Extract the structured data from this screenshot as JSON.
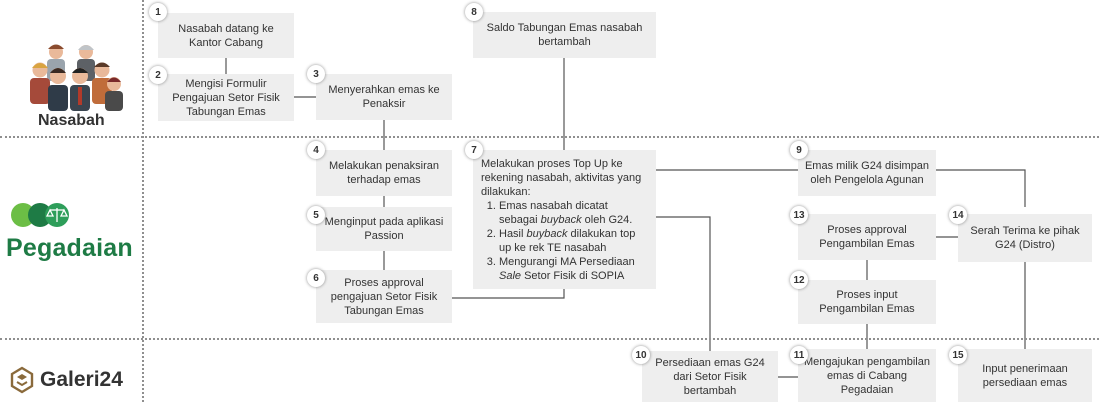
{
  "lanes": {
    "nasabah": "Nasabah",
    "pegadaian": "Pegadaian",
    "galeri24": "Galeri24"
  },
  "steps": {
    "s1": {
      "num": "1",
      "text": "Nasabah datang ke Kantor Cabang"
    },
    "s2": {
      "num": "2",
      "text": "Mengisi Formulir Pengajuan Setor Fisik Tabungan Emas"
    },
    "s3": {
      "num": "3",
      "text": "Menyerahkan emas ke Penaksir"
    },
    "s4": {
      "num": "4",
      "text": "Melakukan penaksiran terhadap emas"
    },
    "s5": {
      "num": "5",
      "text": "Menginput pada aplikasi Passion"
    },
    "s6": {
      "num": "6",
      "text": "Proses approval pengajuan Setor Fisik Tabungan Emas"
    },
    "s7": {
      "num": "7",
      "intro": "Melakukan proses Top Up ke rekening nasabah, aktivitas yang dilakukan:",
      "items": {
        "i1a": "Emas nasabah dicatat sebagai ",
        "i1b": "buyback",
        "i1c": " oleh G24.",
        "i2a": "Hasil ",
        "i2b": "buyback",
        "i2c": " dilakukan top up ke rek TE nasabah",
        "i3a": "Mengurangi MA Persediaan ",
        "i3b": "Sale",
        "i3c": " Setor Fisik di SOPIA"
      }
    },
    "s8": {
      "num": "8",
      "text": "Saldo Tabungan Emas nasabah bertambah"
    },
    "s9": {
      "num": "9",
      "text": "Emas milik G24 disimpan oleh Pengelola Agunan"
    },
    "s10": {
      "num": "10",
      "text": "Persediaan emas G24 dari Setor Fisik bertambah"
    },
    "s11": {
      "num": "11",
      "text": "Mengajukan pengambilan emas di Cabang Pegadaian"
    },
    "s12": {
      "num": "12",
      "text": "Proses input Pengambilan Emas"
    },
    "s13": {
      "num": "13",
      "text": "Proses approval Pengambilan Emas"
    },
    "s14": {
      "num": "14",
      "text": "Serah Terima ke pihak G24 (Distro)"
    },
    "s15": {
      "num": "15",
      "text": "Input penerimaan persediaan emas"
    }
  },
  "colors": {
    "box": "#eeeeee",
    "line": "#555555",
    "divider": "#8f8f8f",
    "pegadaian_green": "#1e7b45",
    "pegadaian_light": "#6cbe45",
    "galeri_brown": "#8a6a3b"
  },
  "icons": {
    "nasabah": "people-group-icon",
    "pegadaian": "pegadaian-logo-icon",
    "galeri24": "galeri24-logo-icon"
  }
}
